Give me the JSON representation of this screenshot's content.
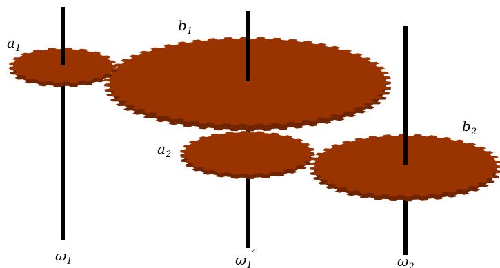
{
  "colors": {
    "gear_top": "#993300",
    "gear_side": "#6e2500",
    "axle": "#000000",
    "background": "#ffffff"
  },
  "gear_labels": {
    "a1": {
      "base": "a",
      "sub": "1"
    },
    "b1": {
      "base": "b",
      "sub": "1"
    },
    "a2": {
      "base": "a",
      "sub": "2"
    },
    "b2": {
      "base": "b",
      "sub": "2"
    }
  },
  "axis_labels": {
    "w1": {
      "base": "ω",
      "sub": "1",
      "prime": ""
    },
    "w1p": {
      "base": "ω",
      "sub": "1",
      "prime": "′"
    },
    "w2": {
      "base": "ω",
      "sub": "2",
      "prime": ""
    }
  }
}
